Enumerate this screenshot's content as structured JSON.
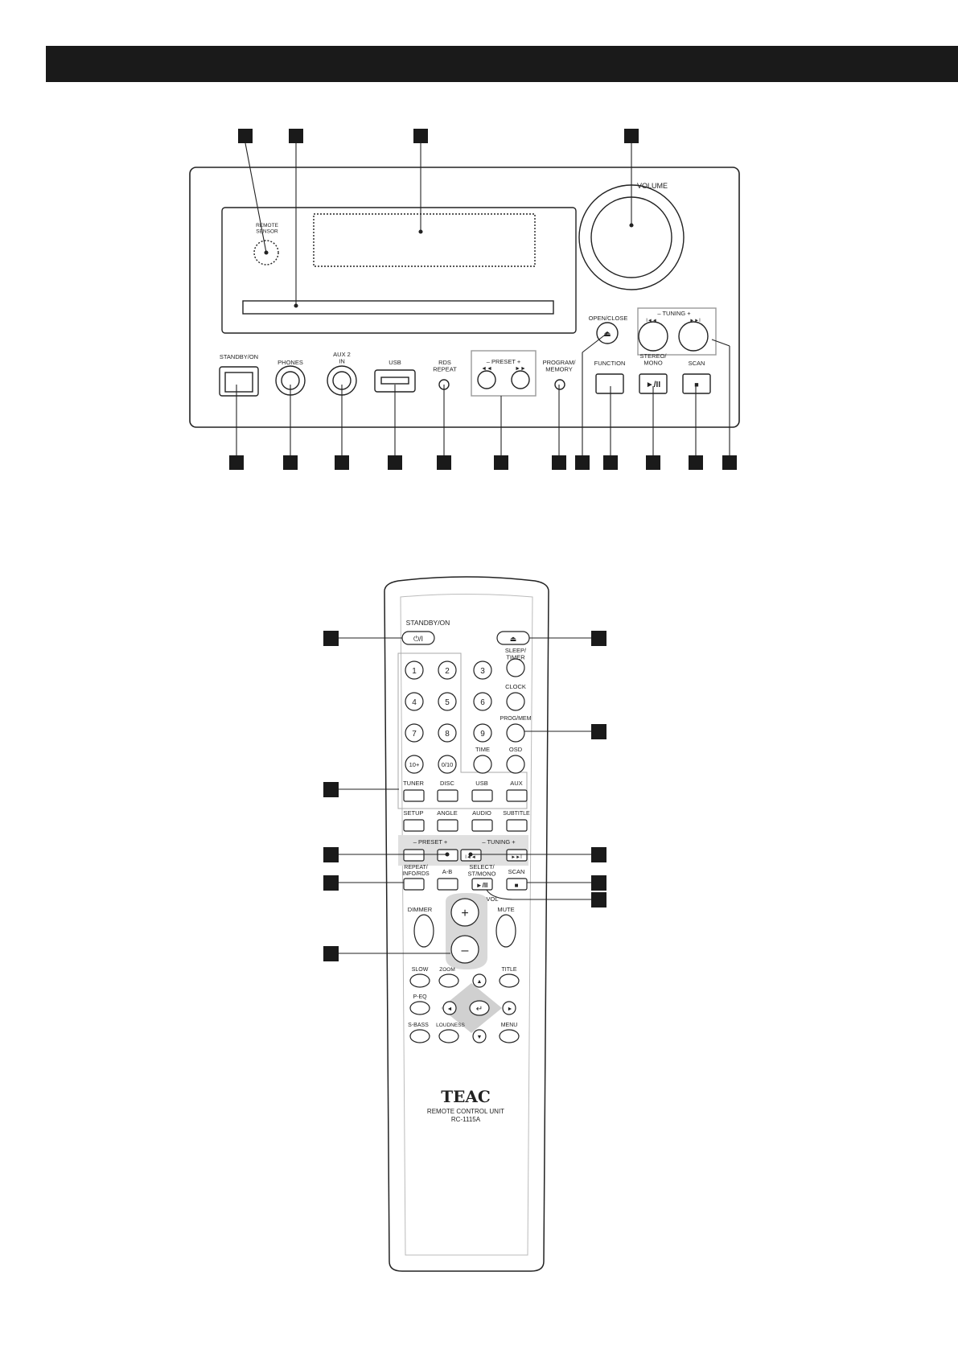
{
  "front_panel": {
    "remote_sensor_label": "REMOTE\nSENSOR",
    "volume_label": "VOLUME",
    "standby_label": "STANDBY/ON",
    "phones_label": "PHONES",
    "aux_label": "AUX 2\nIN",
    "usb_label": "USB",
    "rds_label": "RDS\nREPEAT",
    "preset_label": "–  PRESET  +",
    "program_label": "PROGRAM/\nMEMORY",
    "open_close_label": "OPEN/CLOSE",
    "tuning_label": "–  TUNING  +",
    "function_label": "FUNCTION",
    "stereo_label": "STEREO/\nMONO",
    "scan_label": "SCAN",
    "play_pause_symbol": "►/II",
    "stop_symbol": "■",
    "eject_symbol": "⏏",
    "rew_symbol": "◄◄",
    "ffw_symbol": "►►",
    "skip_back_symbol": "I◄◄",
    "skip_fwd_symbol": "►►I"
  },
  "remote": {
    "standby_label": "STANDBY/ON",
    "power_symbol": "⏻/I",
    "eject_symbol": "⏏",
    "sleep_label": "SLEEP/\nTIMER",
    "clock_label": "CLOCK",
    "progmem_label": "PROG/MEM",
    "time_label": "TIME",
    "osd_label": "OSD",
    "numbers": [
      "1",
      "2",
      "3",
      "4",
      "5",
      "6",
      "7",
      "8",
      "9",
      "10+",
      "0/10"
    ],
    "sources": [
      "TUNER",
      "DISC",
      "USB",
      "AUX"
    ],
    "row2": [
      "SETUP",
      "ANGLE",
      "AUDIO",
      "SUBTITLE"
    ],
    "preset_label": "–  PRESET  +",
    "tuning_label": "–  TUNING  +",
    "repeat_label": "REPEAT/\nINFO/RDS",
    "ab_label": "A-B",
    "select_label": "SELECT/\nST/MONO",
    "scan_label": "SCAN",
    "vol_label": "VOL",
    "dimmer_label": "DIMMER",
    "mute_label": "MUTE",
    "plus_symbol": "+",
    "minus_symbol": "–",
    "slow_label": "SLOW",
    "zoom_label": "ZOOM",
    "title_label": "TITLE",
    "peq_label": "P-EQ",
    "sbass_label": "S-BASS",
    "loudness_label": "LOUDNESS",
    "menu_label": "MENU",
    "brand": "TEAC",
    "unit_label": "REMOTE CONTROL UNIT",
    "model": "RC-1115A",
    "play_pause_symbol": "►/II",
    "stop_symbol": "■",
    "enter_symbol": "↵",
    "up_symbol": "▲",
    "down_symbol": "▼",
    "left_symbol": "◄",
    "right_symbol": "►",
    "skip_back_symbol": "I◄◄",
    "skip_fwd_symbol": "►►I"
  }
}
